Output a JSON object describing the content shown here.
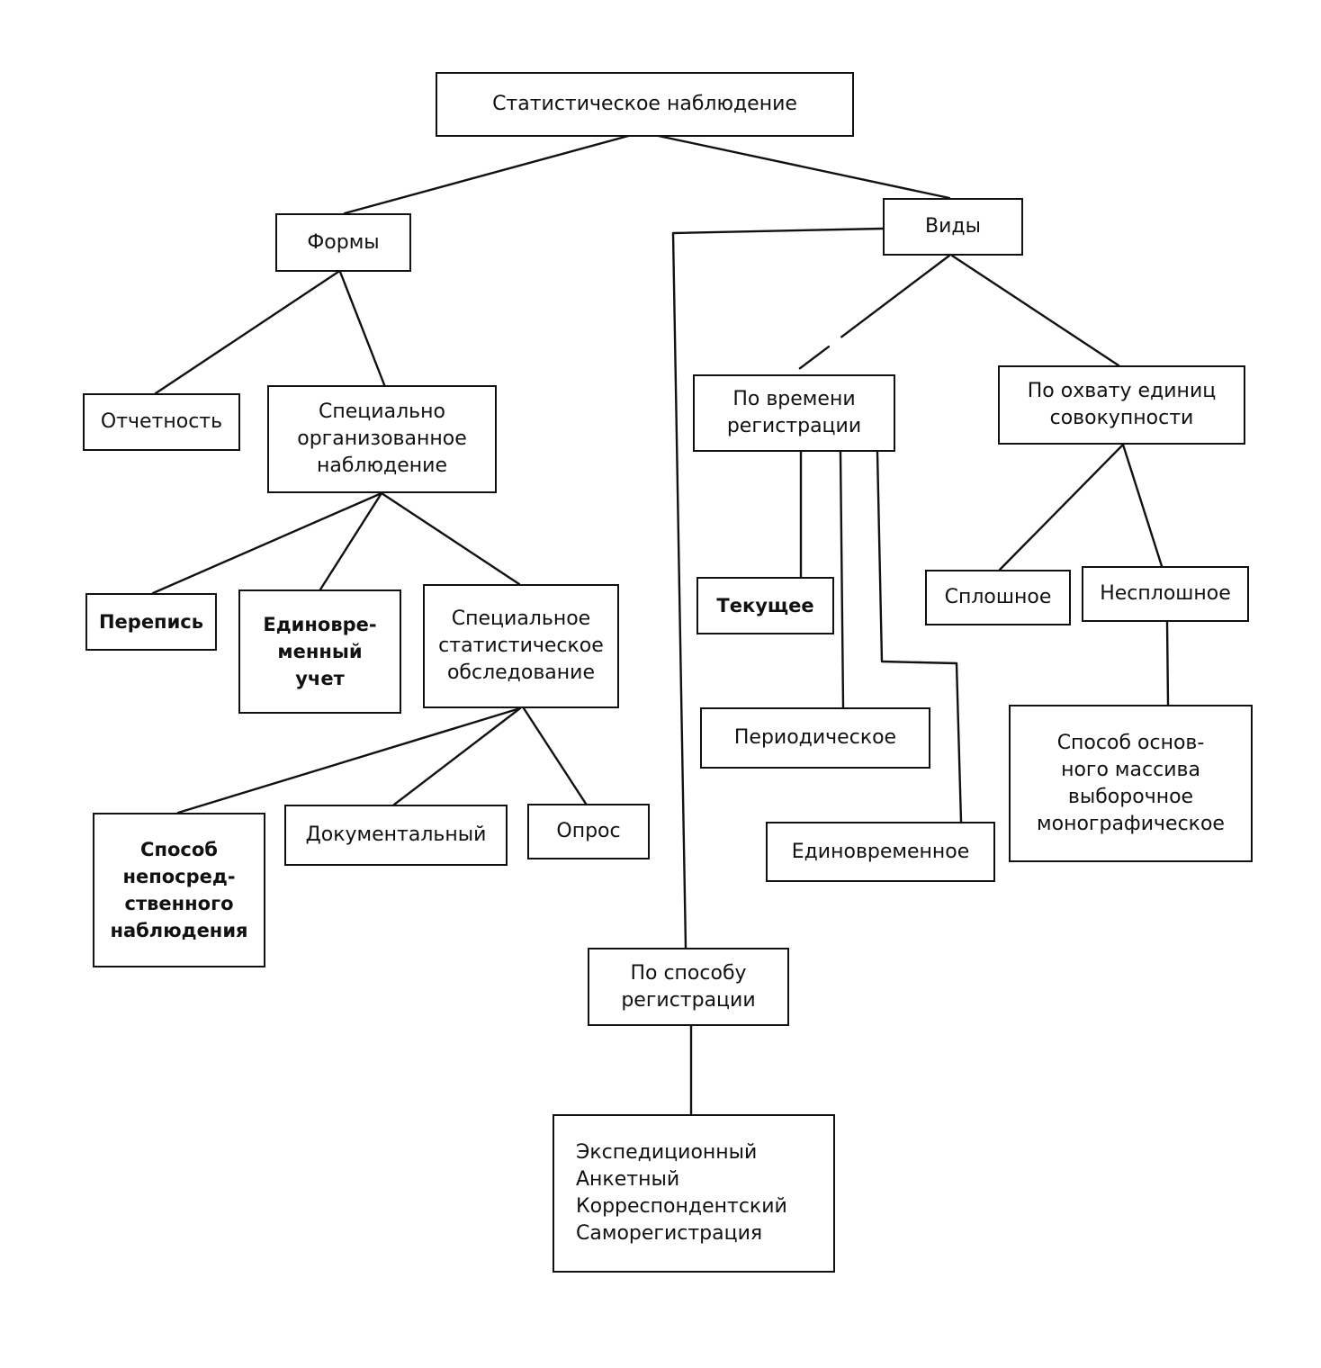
{
  "diagram": {
    "nodes": {
      "root": "Статистическое наблюдение",
      "forms": "Формы",
      "types": "Виды",
      "reporting": "Отчетность",
      "special_observation": "Специально\nорганизованное\nнаблюдение",
      "census": "Перепись",
      "one_time_record": "Единовре-\nменный\nучет",
      "special_survey": "Специальное\nстатистическое\nобследование",
      "direct_observation": "Способ\nнепосред-\nственного\nнаблюдения",
      "documentary": "Документальный",
      "poll": "Опрос",
      "by_time": "По времени\nрегистрации",
      "by_coverage": "По охвату единиц\nсовокупности",
      "current": "Текущее",
      "periodic": "Периодическое",
      "single": "Единовременное",
      "complete": "Сплошное",
      "partial": "Несплошное",
      "partial_methods": "Способ основ-\nного массива\nвыборочное\nмонографическое",
      "by_method": "По способу\nрегистрации",
      "registration_methods": "Экспедиционный\nАнкетный\nКорреспондентский\nСаморегистрация"
    }
  }
}
